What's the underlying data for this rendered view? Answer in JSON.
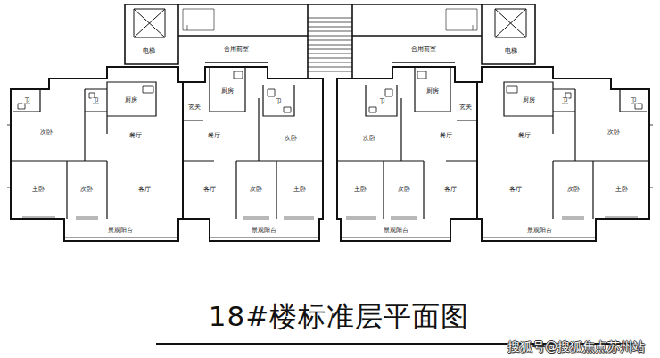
{
  "diagram": {
    "title": "18#楼标准层平面图",
    "labels": [
      "卫",
      "卫",
      "厨房",
      "次卧",
      "餐厅",
      "主卧",
      "次卧",
      "客厅",
      "景观阳台",
      "厨房",
      "玄关",
      "卫",
      "餐厅",
      "次卧",
      "客厅",
      "次卧",
      "主卧",
      "景观阳台",
      "厨房",
      "玄关",
      "卫",
      "餐厅",
      "次卧",
      "客厅",
      "次卧",
      "主卧",
      "景观阳台",
      "卫",
      "卫",
      "厨房",
      "次卧",
      "餐厅",
      "主卧",
      "次卧",
      "客厅",
      "景观阳台",
      "电梯",
      "合用前室",
      "合用前室",
      "电梯",
      "搜狐号@搜狐焦点苏州站"
    ]
  }
}
